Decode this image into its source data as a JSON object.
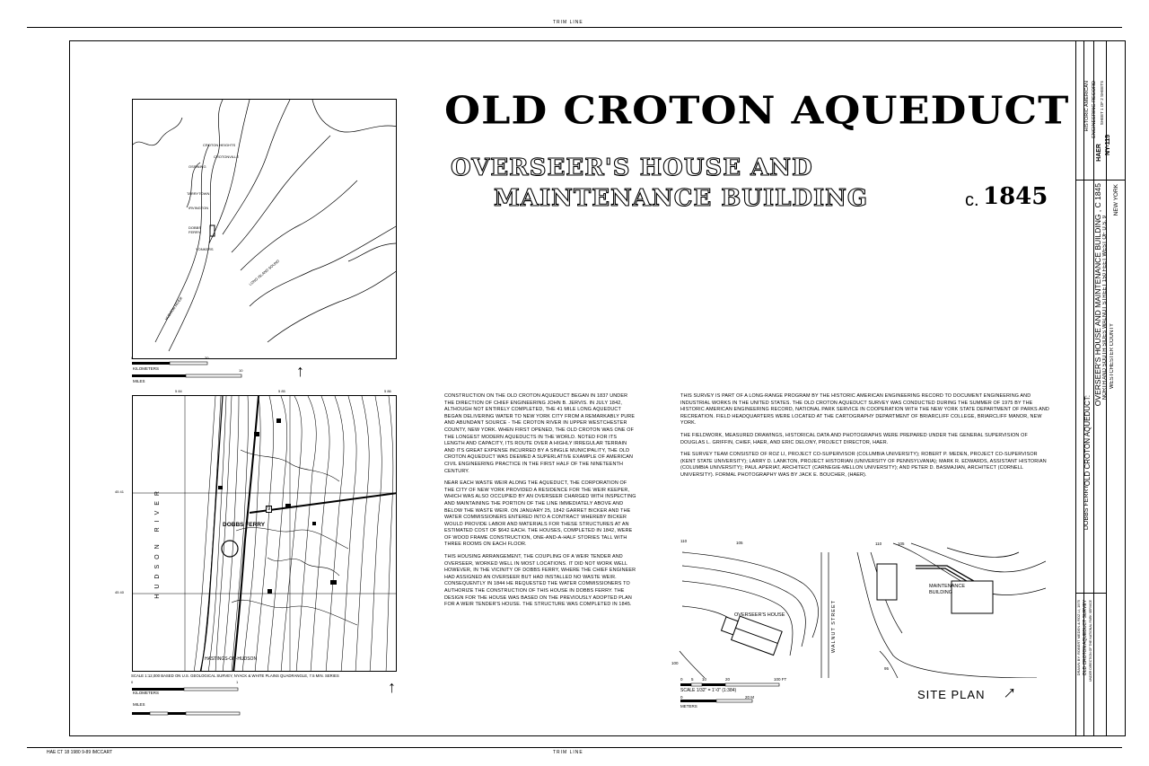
{
  "trim_top": "TRIM LINE",
  "trim_bottom": "TRIM LINE",
  "bottom_code": "HAE CT 18 1980 9-89 IMCCART",
  "title": "OLD CROTON AQUEDUCT",
  "subtitle_line1": "OVERSEER'S HOUSE AND",
  "subtitle_line2": "MAINTENANCE BUILDING",
  "date_prefix": "c.",
  "date_year": "1845",
  "locator_map": {
    "labels": [
      "CROTON HEIGHTS",
      "CROTONVILLE",
      "OSSINING",
      "TARRYTOWN",
      "IRVINGTON",
      "DOBBS FERRY",
      "YONKERS",
      "HUDSON RIVER",
      "LONG ISLAND SOUND"
    ],
    "scale_km": "KILOMETERS",
    "scale_miles": "MILES",
    "km_end": "20",
    "mi_end": "10",
    "zero": "0"
  },
  "topo_map": {
    "top_ticks": [
      "5 84",
      "5 85",
      "5 86"
    ],
    "left_ticks": [
      "45 41",
      "45 40"
    ],
    "river": "HUDSON RIVER",
    "town": "DOBBS FERRY",
    "town2": "HASTINGS-ON-HUDSON",
    "route": "9",
    "scale_note": "SCALE 1:12,000 BASED ON U.S. GEOLOGICAL SURVEY, NYACK & WHITE PLAINS QUADRANGLE, 7.5 MIN. SERIES",
    "scale_km": "KILOMETERS",
    "scale_miles": "MILES",
    "zero": "0",
    "one": "1"
  },
  "col1": [
    "CONSTRUCTION ON THE OLD CROTON AQUEDUCT BEGAN IN 1837 UNDER THE DIRECTION OF CHIEF ENGINEERING JOHN B. JERVIS. IN JULY 1842, ALTHOUGH NOT ENTIRELY COMPLETED, THE 41 MILE LONG AQUEDUCT BEGAN DELIVERING WATER TO NEW YORK CITY FROM A REMARKABLY PURE AND ABUNDANT SOURCE - THE CROTON RIVER IN UPPER WESTCHESTER COUNTY, NEW YORK. WHEN FIRST OPENED, THE OLD CROTON WAS ONE OF THE LONGEST MODERN AQUEDUCTS IN THE WORLD. NOTED FOR ITS LENGTH AND CAPACITY, ITS ROUTE OVER A HIGHLY IRREGULAR TERRAIN AND ITS GREAT EXPENSE INCURRED BY A SINGLE MUNICIPALITY, THE OLD CROTON AQUEDUCT WAS DEEMED A SUPERLATIVE EXAMPLE OF AMERICAN CIVIL ENGINEERING PRACTICE IN THE FIRST HALF OF THE NINETEENTH CENTURY.",
    "NEAR EACH WASTE WEIR ALONG THE AQUEDUCT, THE CORPORATION OF THE CITY OF NEW YORK PROVIDED A RESIDENCE FOR THE WEIR KEEPER, WHICH WAS ALSO OCCUPIED BY AN OVERSEER CHARGED WITH INSPECTING AND MAINTAINING THE PORTION OF THE LINE IMMEDIATELY ABOVE AND BELOW THE WASTE WEIR. ON JANUARY 25, 1842 GARRET BICKER AND THE WATER COMMISSIONERS ENTERED INTO A CONTRACT WHEREBY BICKER WOULD PROVIDE LABOR AND MATERIALS FOR THESE STRUCTURES AT AN ESTIMATED COST OF $642 EACH. THE HOUSES, COMPLETED IN 1842, WERE OF WOOD FRAME CONSTRUCTION, ONE-AND-A-HALF STORIES TALL WITH THREE ROOMS ON EACH FLOOR.",
    "THIS HOUSING ARRANGEMENT, THE COUPLING OF A WEIR TENDER AND OVERSEER, WORKED WELL IN MOST LOCATIONS. IT DID NOT WORK WELL HOWEVER, IN THE VICINITY OF DOBBS FERRY, WHERE THE CHIEF ENGINEER HAD ASSIGNED AN OVERSEER BUT HAD INSTALLED NO WASTE WEIR. CONSEQUENTLY IN 1844 HE REQUESTED THE WATER COMMISSIONERS TO AUTHORIZE THE CONSTRUCTION OF THIS HOUSE IN DOBBS FERRY. THE DESIGN FOR THE HOUSE WAS BASED ON THE PREVIOUSLY ADOPTED PLAN FOR A WEIR TENDER'S HOUSE. THE STRUCTURE WAS COMPLETED IN 1845."
  ],
  "col2": [
    "THIS SURVEY IS PART OF A LONG-RANGE PROGRAM BY THE HISTORIC AMERICAN ENGINEERING RECORD TO DOCUMENT ENGINEERING AND INDUSTRIAL WORKS IN THE UNITED STATES. THE OLD CROTON AQUEDUCT SURVEY WAS CONDUCTED DURING THE SUMMER OF 1975 BY THE HISTORIC AMERICAN ENGINEERING RECORD, NATIONAL PARK SERVICE IN COOPERATION WITH THE NEW YORK STATE DEPARTMENT OF PARKS AND RECREATION. FIELD HEADQUARTERS WERE LOCATED AT THE CARTOGRAPHY DEPARTMENT OF BRIARCLIFF COLLEGE, BRIARCLIFF MANOR, NEW YORK.",
    "THE FIELDWORK, MEASURED DRAWINGS, HISTORICAL DATA AND PHOTOGRAPHS WERE PREPARED UNDER THE GENERAL SUPERVISION OF DOUGLAS L. GRIFFIN, CHIEF, HAER, AND ERIC DELONY, PROJECT DIRECTOR, HAER.",
    "THE SURVEY TEAM CONSISTED OF ROZ LI, PROJECT CO-SUPERVISOR (COLUMBIA UNIVERSITY); ROBERT P. MEDEN, PROJECT CO-SUPERVISOR (KENT STATE UNIVERSITY); LARRY D. LANKTON, PROJECT HISTORIAN (UNIVERSITY OF PENNSYLVANIA); MARK R. EDWARDS, ASSISTANT HISTORIAN (COLUMBIA UNIVERSITY); PAUL APERIAT, ARCHITECT (CARNEGIE-MELLON UNIVERSITY); AND PETER D. BASMAJIAN, ARCHITECT (CORNELL UNIVERSITY). FORMAL PHOTOGRAPHY WAS BY JACK E. BOUCHER, (HAER)."
  ],
  "site_plan": {
    "label": "SITE PLAN",
    "overseer": "OVERSEER'S HOUSE",
    "maintenance_1": "MAINTENANCE",
    "maintenance_2": "BUILDING",
    "street": "WALNUT STREET",
    "contours": [
      "110",
      "105",
      "110",
      "105",
      "100",
      "95"
    ],
    "scale_text": "SCALE 1/32\" = 1'-0\" (1:384)",
    "ft_ticks": [
      "0",
      "5",
      "10",
      "20",
      "100 FT"
    ],
    "m_ticks": [
      "0",
      "20 M"
    ],
    "meters": "METERS"
  },
  "title_block": {
    "col1_a": "DRAWN BY: ROBERT MEDEN & ROZ LI, 1975",
    "col1_b": "OLD CROTON AQUEDUCT SURVEY",
    "col1_c": "UNDER DIRECTION OF THE NATIONAL PARK SERVICE",
    "col2_a": "DOBBS FERRY",
    "col2_b": "OLD CROTON AQUEDUCT:",
    "col3_a": "OVERSEER'S HOUSE AND MAINTENANCE BUILDING , c 1845",
    "col3_b": "NORTH AND SOUTH SIDES  WALNUT STREET 150 FEET WEST OF  U.S. 9",
    "col3_c": "WESTCHESTER COUNTY",
    "col4_a": "NEW YORK",
    "col4_b": "HAER",
    "col4_c": "NY-115",
    "col5_a": "HISTORIC AMERICAN",
    "col5_b": "ENGINEERING RECORD",
    "col5_c": "SHEET 1 OF 2 SHEETS"
  }
}
